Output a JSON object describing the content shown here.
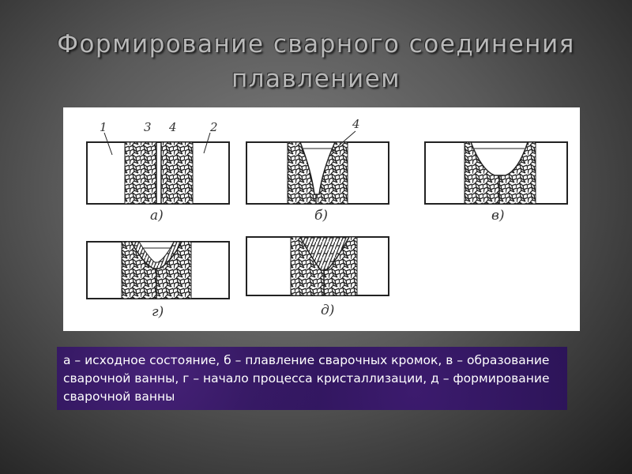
{
  "slide": {
    "title_line1": "Формирование сварного соединения",
    "title_line2": "плавлением"
  },
  "figure": {
    "panel_labels": [
      "а)",
      "б)",
      "в)",
      "г)",
      "д)"
    ],
    "part_numbers": {
      "a": [
        "1",
        "3",
        "4",
        "2"
      ],
      "b": [
        "4"
      ]
    }
  },
  "caption": {
    "text": "а – исходное состояние, б – плавление сварочных кромок, в – образование сварочной ванны, г – начало процесса кристаллизации, д – формирование сварочной ванны"
  }
}
